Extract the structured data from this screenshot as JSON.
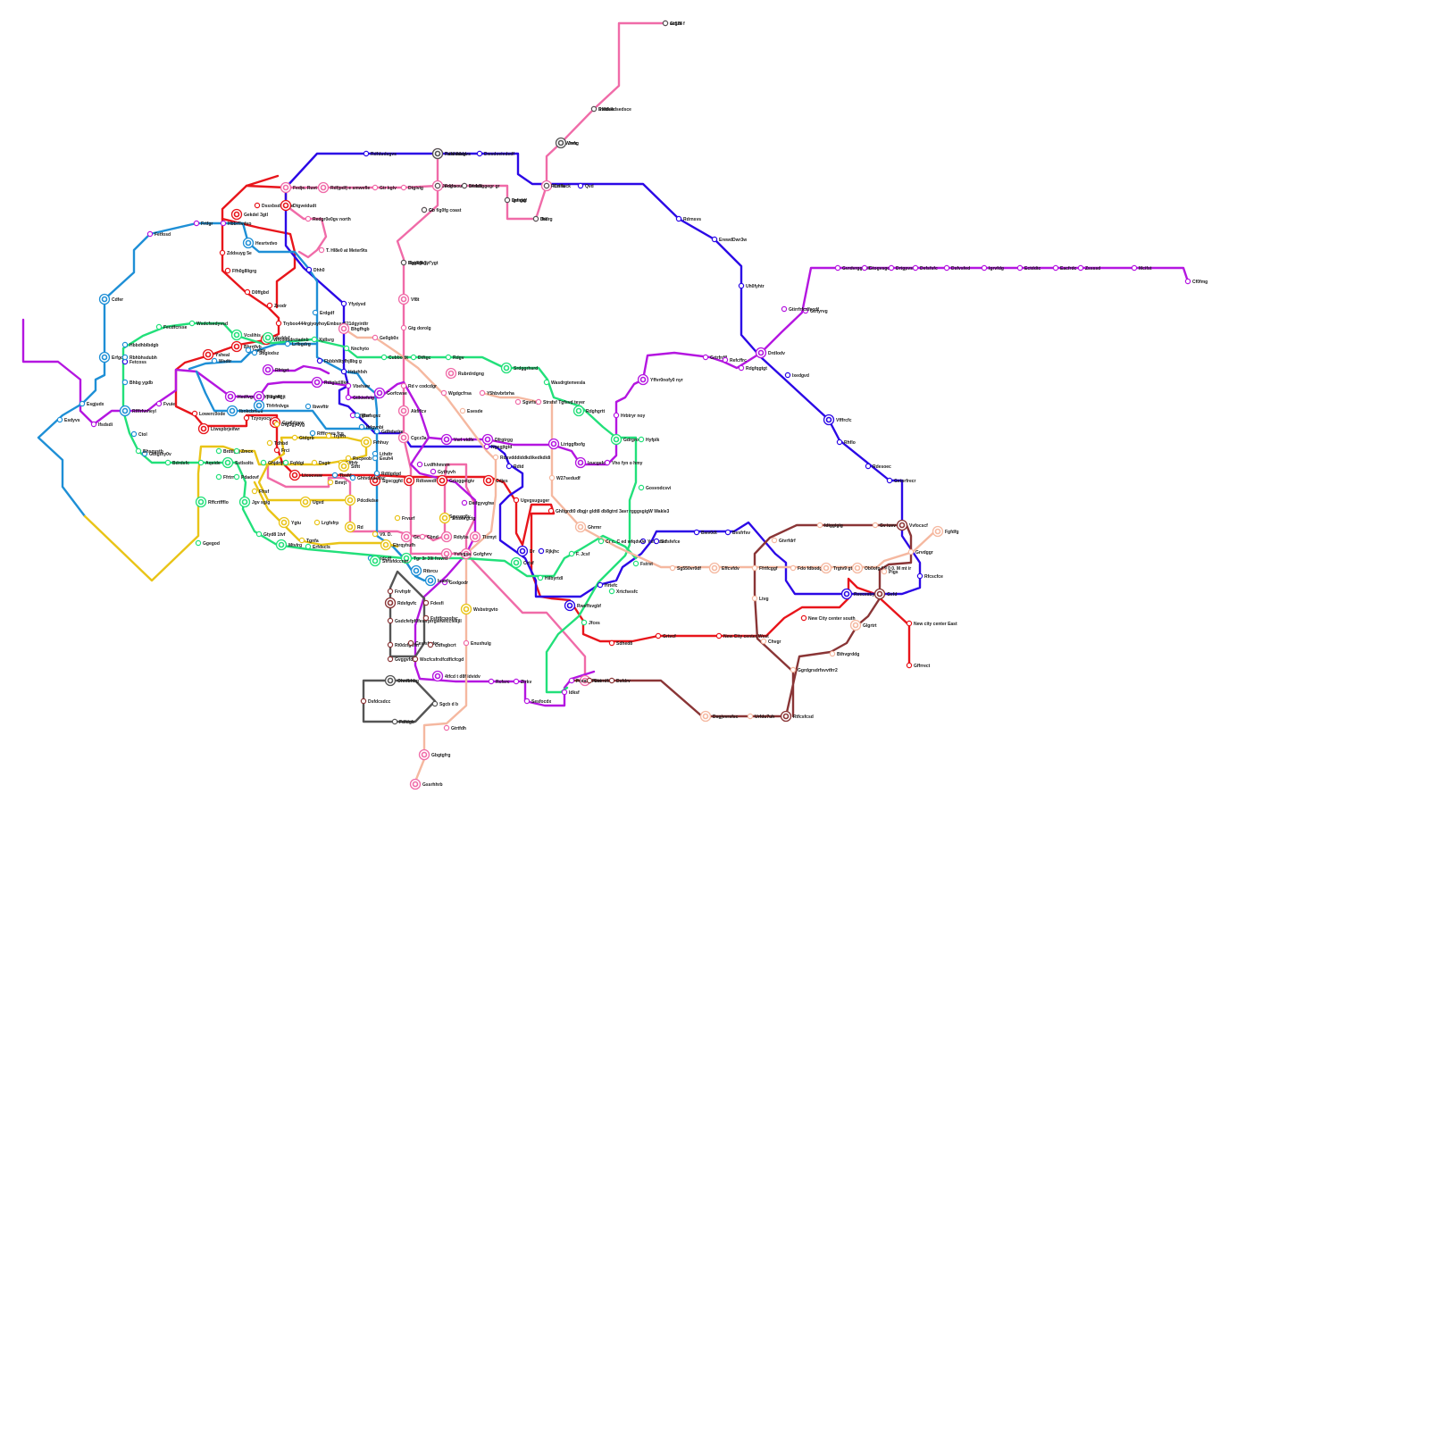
{
  "lines": [
    {
      "name": "",
      "color": "#e8151b"
    },
    {
      "name": "",
      "color": "#2b08e6"
    },
    {
      "name": "",
      "color": "#f06ba8"
    },
    {
      "name": "",
      "color": "#b416e0"
    },
    {
      "name": "",
      "color": "#1e8fd6"
    },
    {
      "name": "",
      "color": "#22e07a"
    },
    {
      "name": "",
      "color": "#e9c417"
    },
    {
      "name": "",
      "color": "#f5b8a0"
    },
    {
      "name": "",
      "color": "#8a3536"
    },
    {
      "name": "",
      "color": "#555555"
    }
  ],
  "stations": [
    {
      "label": "ac624",
      "line": 2
    },
    {
      "label": "Rfifdsedsedsce",
      "line": 2
    },
    {
      "label": "Wrvfc",
      "line": 2
    },
    {
      "label": "Ceifw",
      "line": 2,
      "interchange": true
    },
    {
      "label": "Fdifo",
      "line": 2,
      "interchange": true
    },
    {
      "label": "Rdfdudsgvs",
      "line": 2,
      "interchange": true
    },
    {
      "label": "Dfrfcfl",
      "line": 2
    },
    {
      "label": "Drfrgdf",
      "line": 2
    },
    {
      "label": "Drdrg",
      "line": 2
    },
    {
      "label": "Gb  f/g0fg coast",
      "line": 2
    },
    {
      "label": "Fbgkgk'lyf'ygt",
      "line": 2
    },
    {
      "label": "Vf8t",
      "line": 2,
      "interchange": true
    },
    {
      "label": "Gtg dorolg",
      "line": 2
    },
    {
      "label": "Dtgivig",
      "line": 2
    },
    {
      "label": "Gtr kglv",
      "line": 2
    },
    {
      "label": "Rd v codcdgr",
      "line": 2
    },
    {
      "label": "Akfrfcv",
      "line": 2,
      "interchange": true
    },
    {
      "label": "Cgcz3a",
      "line": 2,
      "interchange": true
    },
    {
      "label": "Gcntr",
      "line": 2,
      "interchange": true
    },
    {
      "label": "Cbnd",
      "line": 2
    },
    {
      "label": "Sgvsgg8v",
      "line": 2
    },
    {
      "label": "Rdiybs",
      "line": 2,
      "interchange": true
    },
    {
      "label": "Tlzmyt",
      "line": 2,
      "interchange": true
    },
    {
      "label": "Gofgfvrv",
      "line": 2,
      "interchange": true
    },
    {
      "label": "Ysfvgsa",
      "line": 2,
      "interchange": true
    },
    {
      "label": "Fest",
      "line": 2,
      "interchange": true
    },
    {
      "label": "Fedje. Ruvt",
      "line": 2,
      "interchange": true
    },
    {
      "label": "Rdfjpdfj e smwefle",
      "line": 2,
      "interchange": true
    },
    {
      "label": "Redgr0e0gv north",
      "line": 2
    },
    {
      "label": "T. Hl8e0 at Meter9ts",
      "line": 2
    },
    {
      "label": "Dssxbsdvbetbr",
      "line": 0
    },
    {
      "label": "Dtgveidudt",
      "line": 0,
      "interchange": true
    },
    {
      "label": "Gekdel 3gtl",
      "line": 0,
      "interchange": true
    },
    {
      "label": "Zddsuyg 5e",
      "line": 0
    },
    {
      "label": "Ffh0g8ligrg",
      "line": 0
    },
    {
      "label": "D0ffgbd",
      "line": 0
    },
    {
      "label": "Zeodr",
      "line": 0
    },
    {
      "label": "Tryboo444rgiyoyhoyEmbssa521dgyirdtr",
      "line": 0
    },
    {
      "label": "Wrcoligdrctadnb",
      "line": 0,
      "interchange": true
    },
    {
      "label": "Bbrrtfvb",
      "line": 0,
      "interchange": true
    },
    {
      "label": "Ysheal",
      "line": 0,
      "interchange": true
    },
    {
      "label": "Gpr6dgvw",
      "line": 0,
      "interchange": true
    },
    {
      "label": "Tzyoyocy",
      "line": 0
    },
    {
      "label": "Frci",
      "line": 0
    },
    {
      "label": "Ltcocvsw",
      "line": 0,
      "interchange": true
    },
    {
      "label": "Sgscggfd",
      "line": 0,
      "interchange": true
    },
    {
      "label": "Rdtswedfrl",
      "line": 0,
      "interchange": true
    },
    {
      "label": "Grioggetgiv",
      "line": 0,
      "interchange": true
    },
    {
      "label": "Cdjes",
      "line": 0,
      "interchange": true
    },
    {
      "label": "Ugvgsuguger",
      "line": 0
    },
    {
      "label": "Ghltgrdt0 dbgjr gldt8 db8gtrd 3avr rgggsgigW Wakle3",
      "line": 0
    },
    {
      "label": "Sdhed8",
      "line": 0
    },
    {
      "label": "Grtvcf",
      "line": 0
    },
    {
      "label": "New City center West",
      "line": 0
    },
    {
      "label": "New City center south",
      "line": 0
    },
    {
      "label": "New city center East",
      "line": 0
    },
    {
      "label": "Gffrrect",
      "line": 0
    },
    {
      "label": "Lowerc0ode",
      "line": 0
    },
    {
      "label": "Ltwspbrjeifwr",
      "line": 0,
      "interchange": true
    },
    {
      "label": "Fetcoss",
      "line": 1
    },
    {
      "label": "Rdfdudsgvs",
      "line": 1
    },
    {
      "label": "Dwsdoeiedsdf",
      "line": 1
    },
    {
      "label": "Qvd",
      "line": 1
    },
    {
      "label": "Rdrnsvs",
      "line": 1
    },
    {
      "label": "ErewdDwr3w",
      "line": 1
    },
    {
      "label": "Uh0fyhtr",
      "line": 1
    },
    {
      "label": "Drdlodv",
      "line": 3,
      "interchange": true
    },
    {
      "label": "Ixedgvd",
      "line": 1
    },
    {
      "label": "Vfffrcfc",
      "line": 1,
      "interchange": true
    },
    {
      "label": "Rhflo",
      "line": 1
    },
    {
      "label": "Rdesoec",
      "line": 1
    },
    {
      "label": "Getorfrecr",
      "line": 1
    },
    {
      "label": "Vvfocscf",
      "line": 8,
      "interchange": true
    },
    {
      "label": "Grvdggr",
      "line": 7
    },
    {
      "label": "Rfcscfce",
      "line": 1
    },
    {
      "label": "Gefd",
      "line": 8,
      "interchange": true
    },
    {
      "label": "Reecesby",
      "line": 1,
      "interchange": true
    },
    {
      "label": "Rweffsvgbf",
      "line": 1,
      "interchange": true
    },
    {
      "label": "Ysfyrdvd",
      "line": 1
    },
    {
      "label": "Yfydyvd",
      "line": 1
    },
    {
      "label": "Fbbbh8tyfhj8bg g",
      "line": 1
    },
    {
      "label": "Hrbrhfxh",
      "line": 1
    },
    {
      "label": "Dhh0",
      "line": 1
    },
    {
      "label": "Rdtd",
      "line": 1
    },
    {
      "label": "Dr",
      "line": 1,
      "interchange": true
    },
    {
      "label": "Rjkjhc",
      "line": 1
    },
    {
      "label": "Hrtefc",
      "line": 1
    },
    {
      "label": "Srfsfefce",
      "line": 1
    },
    {
      "label": "Bwv0dt",
      "line": 1
    },
    {
      "label": "Bvsfrfsv",
      "line": 1
    },
    {
      "label": "Gtrtyrvg",
      "line": 3
    },
    {
      "label": "Gtirrfrfcdfccdf",
      "line": 3
    },
    {
      "label": "Gvrdvrggfixll",
      "line": 3
    },
    {
      "label": "Gtogvsgc",
      "line": 3
    },
    {
      "label": "Drtgpvsfc",
      "line": 3
    },
    {
      "label": "Defsfsfc",
      "line": 3
    },
    {
      "label": "Dsfvsfed",
      "line": 3
    },
    {
      "label": "Igrvfdg",
      "line": 3
    },
    {
      "label": "Ectddtc",
      "line": 3
    },
    {
      "label": "Eacfrdc",
      "line": 3
    },
    {
      "label": "Zssssd",
      "line": 3
    },
    {
      "label": "Mcifst",
      "line": 3
    },
    {
      "label": "Cf0fmg",
      "line": 3
    },
    {
      "label": "Grtrfrdfl",
      "line": 3
    },
    {
      "label": "Refcffrc",
      "line": 3
    },
    {
      "label": "Rdgfqgtgt",
      "line": 3
    },
    {
      "label": "Yffvr0nofy0 nyr",
      "line": 3,
      "interchange": true
    },
    {
      "label": "Hrbtryr noy",
      "line": 3
    },
    {
      "label": "Ltrtggfbofg",
      "line": 3,
      "interchange": true
    },
    {
      "label": "Izucgsfd",
      "line": 3,
      "interchange": true
    },
    {
      "label": "Vho fyn o hmy",
      "line": 3
    },
    {
      "label": "Ifsdsdi",
      "line": 3
    },
    {
      "label": "Fvuie",
      "line": 3
    },
    {
      "label": "Dfrgtrgg",
      "line": 3,
      "interchange": true
    },
    {
      "label": "Vsrl vidfx",
      "line": 3,
      "interchange": true
    },
    {
      "label": "Ngegjtgtd",
      "line": 3
    },
    {
      "label": "Lvdfhhmnm",
      "line": 3
    },
    {
      "label": "Gythyvh",
      "line": 3
    },
    {
      "label": "Deifgyvghw",
      "line": 3
    },
    {
      "label": "Godgodr",
      "line": 3
    },
    {
      "label": "4tfcd t d8f idvidv",
      "line": 3,
      "interchange": true
    },
    {
      "label": "Rcfsrc",
      "line": 3
    },
    {
      "label": "Ztrkv",
      "line": 3
    },
    {
      "label": "Sesfocdx",
      "line": 3
    },
    {
      "label": "Idksf",
      "line": 3
    },
    {
      "label": "Hedfvgsce llhylllyh4*",
      "line": 3,
      "interchange": true
    },
    {
      "label": "Ttegrfigjt",
      "line": 3,
      "interchange": true
    },
    {
      "label": "Rfrtgrt",
      "line": 3,
      "interchange": true
    },
    {
      "label": "Rdtglstlllkg",
      "line": 3,
      "interchange": true
    },
    {
      "label": "Gtlkiwfsig",
      "line": 3
    },
    {
      "label": "Vbehaw",
      "line": 3
    },
    {
      "label": "Gorfcwse",
      "line": 3,
      "interchange": true
    },
    {
      "label": "Lfgfer",
      "line": 3
    },
    {
      "label": "Fceas",
      "line": 3
    },
    {
      "label": "Frtfgr",
      "line": 3
    },
    {
      "label": "Hbbrflvdvo",
      "line": 3
    },
    {
      "label": "Fetfosd",
      "line": 3
    },
    {
      "label": "Cdfer",
      "line": 4,
      "interchange": true
    },
    {
      "label": "Erfgcs",
      "line": 4,
      "interchange": true
    },
    {
      "label": "Esgjudx",
      "line": 4
    },
    {
      "label": "Esdyvs",
      "line": 4
    },
    {
      "label": "Wsdtr",
      "line": 4
    },
    {
      "label": "Hesrtvdvo",
      "line": 4,
      "interchange": true
    },
    {
      "label": "Igvigv",
      "line": 4
    },
    {
      "label": "Sdgiodsz",
      "line": 4
    },
    {
      "label": "Erdgdf",
      "line": 4
    },
    {
      "label": "Lrfbgdrg",
      "line": 4
    },
    {
      "label": "Ibnkcbmbs",
      "line": 4,
      "interchange": true
    },
    {
      "label": "Tfrfrfrdvgs",
      "line": 4,
      "interchange": true
    },
    {
      "label": "Ibwvfttr",
      "line": 4
    },
    {
      "label": "Rxrfsgvz",
      "line": 4
    },
    {
      "label": "Rfffcwes fcg",
      "line": 4
    },
    {
      "label": "Ifdgvnbi",
      "line": 4
    },
    {
      "label": "Tbsfd",
      "line": 4
    },
    {
      "label": "Gdfrdvrlre",
      "line": 4
    },
    {
      "label": "Ghtvdsdadsc",
      "line": 4
    },
    {
      "label": "Rdtlgdgd",
      "line": 4
    },
    {
      "label": "Lthdtr",
      "line": 4
    },
    {
      "label": "Eeuh4",
      "line": 4
    },
    {
      "label": "Rtbrcu",
      "line": 4,
      "interchange": true
    },
    {
      "label": "Iuaefs",
      "line": 4,
      "interchange": true
    },
    {
      "label": "Fqidcdf",
      "line": 4
    },
    {
      "label": "Hbbdhblbdgb",
      "line": 4
    },
    {
      "label": "Rbhbhsdubh",
      "line": 4
    },
    {
      "label": "Bhbg ygdb",
      "line": 4
    },
    {
      "label": "Rfffrfvrheyl",
      "line": 4,
      "interchange": true
    },
    {
      "label": "Ctol",
      "line": 4
    },
    {
      "label": "Gdtgthy0v",
      "line": 4
    },
    {
      "label": "Bdrdsfc",
      "line": 5
    },
    {
      "label": "Fecdfcrsse",
      "line": 5
    },
    {
      "label": "Wsdcfsedyvsd",
      "line": 5
    },
    {
      "label": "Vcslihis",
      "line": 5,
      "interchange": true
    },
    {
      "label": "Yeddsf",
      "line": 5,
      "interchange": true
    },
    {
      "label": "Xjdlsrg",
      "line": 5
    },
    {
      "label": "Nnchyto",
      "line": 5
    },
    {
      "label": "Cubbo tit",
      "line": 5
    },
    {
      "label": "Dtftgc",
      "line": 5
    },
    {
      "label": "Rdgv",
      "line": 5
    },
    {
      "label": "Srdggrhsrd",
      "line": 5,
      "interchange": true
    },
    {
      "label": "Wasdrgtenvesla",
      "line": 5
    },
    {
      "label": "Rdghgrtt",
      "line": 5,
      "interchange": true
    },
    {
      "label": "Gdrgrotg",
      "line": 5,
      "interchange": true
    },
    {
      "label": "Hyfplk",
      "line": 5
    },
    {
      "label": "Gosvodcsvi",
      "line": 5
    },
    {
      "label": "Fstrst",
      "line": 5
    },
    {
      "label": "Cr c.  C ed wfqdv0e",
      "line": 5
    },
    {
      "label": "F.    Jcsf",
      "line": 5
    },
    {
      "label": "Hilbyrtdl",
      "line": 5
    },
    {
      "label": "Crtsf",
      "line": 5,
      "interchange": true
    },
    {
      "label": "Jfces",
      "line": 5
    },
    {
      "label": "Xrtcfsesfc",
      "line": 5
    },
    {
      "label": "Tgr 3r 39i frsvrtf",
      "line": 5,
      "interchange": true
    },
    {
      "label": "Sfrtsfdccrwr",
      "line": 5,
      "interchange": true
    },
    {
      "label": "Erfdscls",
      "line": 5
    },
    {
      "label": "Mtvlrg",
      "line": 5,
      "interchange": true
    },
    {
      "label": "Gtyd8 1tvf",
      "line": 5
    },
    {
      "label": "Jgv sgig",
      "line": 5,
      "interchange": true
    },
    {
      "label": "Pdadovf",
      "line": 5
    },
    {
      "label": "Sstlsolts",
      "line": 5,
      "interchange": true
    },
    {
      "label": "Bhsgystb",
      "line": 5
    },
    {
      "label": "Brdtlgsj",
      "line": 5
    },
    {
      "label": "Zmcx",
      "line": 5
    },
    {
      "label": "Aqside",
      "line": 5
    },
    {
      "label": "Ffrtrr",
      "line": 5
    },
    {
      "label": "Rffcrtffflo",
      "line": 5,
      "interchange": true
    },
    {
      "label": "Ggegod",
      "line": 5
    },
    {
      "label": "Ghjdrtjl",
      "line": 5
    },
    {
      "label": "Fqfdgi",
      "line": 5
    },
    {
      "label": "Gtdgrb",
      "line": 6
    },
    {
      "label": "Tryfrh",
      "line": 6
    },
    {
      "label": "Frhhuy",
      "line": 6,
      "interchange": true
    },
    {
      "label": "Dsgtr",
      "line": 6
    },
    {
      "label": "Efffrfr",
      "line": 6
    },
    {
      "label": "Rscpeob",
      "line": 6
    },
    {
      "label": "Ffrsf",
      "line": 6
    },
    {
      "label": "Ugvd",
      "line": 6,
      "interchange": true
    },
    {
      "label": "Ygtu",
      "line": 6,
      "interchange": true
    },
    {
      "label": "Lrgfsfrp",
      "line": 6
    },
    {
      "label": "Tgnfa",
      "line": 6
    },
    {
      "label": "Ehrqyhufh",
      "line": 6,
      "interchange": true
    },
    {
      "label": "Tdhbd",
      "line": 6
    },
    {
      "label": "Drg3gydyg",
      "line": 6
    },
    {
      "label": "Bmrjt",
      "line": 6
    },
    {
      "label": "Stftt",
      "line": 6,
      "interchange": true
    },
    {
      "label": "Pdcdkdse",
      "line": 6,
      "interchange": true
    },
    {
      "label": "Rd",
      "line": 6,
      "interchange": true
    },
    {
      "label": "V9. D.",
      "line": 6
    },
    {
      "label": "Frvurf",
      "line": 6
    },
    {
      "label": "Sfsdorgctg",
      "line": 6,
      "interchange": true
    },
    {
      "label": "Wsbstrgvto",
      "line": 6,
      "interchange": true
    },
    {
      "label": "Enuxhulg",
      "line": 2
    },
    {
      "label": "Gtrtfdh",
      "line": 2
    },
    {
      "label": "Gbgtgfrg",
      "line": 2,
      "interchange": true
    },
    {
      "label": "Gssrhhrb",
      "line": 2,
      "interchange": true
    },
    {
      "label": "Bhgfhgb",
      "line": 2,
      "interchange": true
    },
    {
      "label": "Ge0gb0x",
      "line": 2
    },
    {
      "label": "Rubrdrdgng",
      "line": 2,
      "interchange": true
    },
    {
      "label": "Wgdgcfrsa",
      "line": 2
    },
    {
      "label": "Y5hbvbrbrha",
      "line": 2
    },
    {
      "label": "Sgvrlsgv",
      "line": 2
    },
    {
      "label": "Strsfsf Tgfsvd teyer",
      "line": 2
    },
    {
      "label": "Esesde",
      "line": 7
    },
    {
      "label": "Rdsvdddiddkdikedkdidi",
      "line": 7
    },
    {
      "label": "W27sedudf",
      "line": 7
    },
    {
      "label": "Ghrmr",
      "line": 7,
      "interchange": true
    },
    {
      "label": "Sg550vr0df",
      "line": 7
    },
    {
      "label": "Fdo fdbodgv0t",
      "line": 7
    },
    {
      "label": "Trgtv9 gtd",
      "line": 7,
      "interchange": true
    },
    {
      "label": "Ob0ofg f 9 0 0.  M mt ir",
      "line": 7,
      "interchange": true
    },
    {
      "label": "Pigs",
      "line": 7
    },
    {
      "label": "Effcvfdv",
      "line": 7,
      "interchange": true
    },
    {
      "label": "Ffrtfcggf",
      "line": 7
    },
    {
      "label": "Fgfdfg",
      "line": 7,
      "interchange": true
    },
    {
      "label": "Gtvrfdrf",
      "line": 7
    },
    {
      "label": "Idiggigig",
      "line": 7
    },
    {
      "label": "Gv iuvv",
      "line": 7
    },
    {
      "label": "Ltvg",
      "line": 7
    },
    {
      "label": "Chvgr",
      "line": 7
    },
    {
      "label": "Ggrdgrsdrfsvvtfrr2",
      "line": 7
    },
    {
      "label": "Glgrtrt",
      "line": 7,
      "interchange": true
    },
    {
      "label": "Bthvgrddg",
      "line": 7
    },
    {
      "label": "Dsgjvvrsfsc",
      "line": 7,
      "interchange": true
    },
    {
      "label": "Urfdu7uh",
      "line": 7
    },
    {
      "label": "Rtfcsfcsd",
      "line": 8,
      "interchange": true
    },
    {
      "label": "Gtrrrdfrfc",
      "line": 8
    },
    {
      "label": "Dsfdrv",
      "line": 8
    },
    {
      "label": "Frvfrpfr",
      "line": 8
    },
    {
      "label": "Rdsfgvfc",
      "line": 8,
      "interchange": true
    },
    {
      "label": "Gsdcfefpf0fesfrpfrgwfwfccfekjll",
      "line": 8
    },
    {
      "label": "Rt0dzfgsfvr",
      "line": 8
    },
    {
      "label": "Gvggvfdgf",
      "line": 8
    },
    {
      "label": "Fdesfi",
      "line": 8
    },
    {
      "label": "Fsfdfcxsofsc",
      "line": 8
    },
    {
      "label": "Cesfsfcdcc",
      "line": 8
    },
    {
      "label": "Wxcfcsfrxlfcdflcfcgd",
      "line": 8
    },
    {
      "label": "Cdfsgbcrt",
      "line": 8
    },
    {
      "label": "Dsfdcsdcc",
      "line": 8
    },
    {
      "label": "Ohnfbhbg",
      "line": 9,
      "interchange": true
    },
    {
      "label": "Fdfdgb",
      "line": 9
    },
    {
      "label": "Sgcb d b",
      "line": 9
    },
    {
      "label": "Gtgrb f",
      "line": 9
    },
    {
      "label": "Svidklk",
      "line": 9
    },
    {
      "label": "Jong",
      "line": 9,
      "interchange": true
    },
    {
      "label": "Rzzt fuck",
      "line": 9
    },
    {
      "label": "Jong south",
      "line": 9
    },
    {
      "label": "Rxxi fhbbl",
      "line": 9,
      "interchange": true
    },
    {
      "label": "Iwebbggegr gr",
      "line": 9
    },
    {
      "label": "Igvidig",
      "line": 9
    },
    {
      "label": "Ifiiil",
      "line": 9
    },
    {
      "label": "Gr",
      "line": 9
    },
    {
      "label": "Bgidlfbgi",
      "line": 9
    }
  ]
}
